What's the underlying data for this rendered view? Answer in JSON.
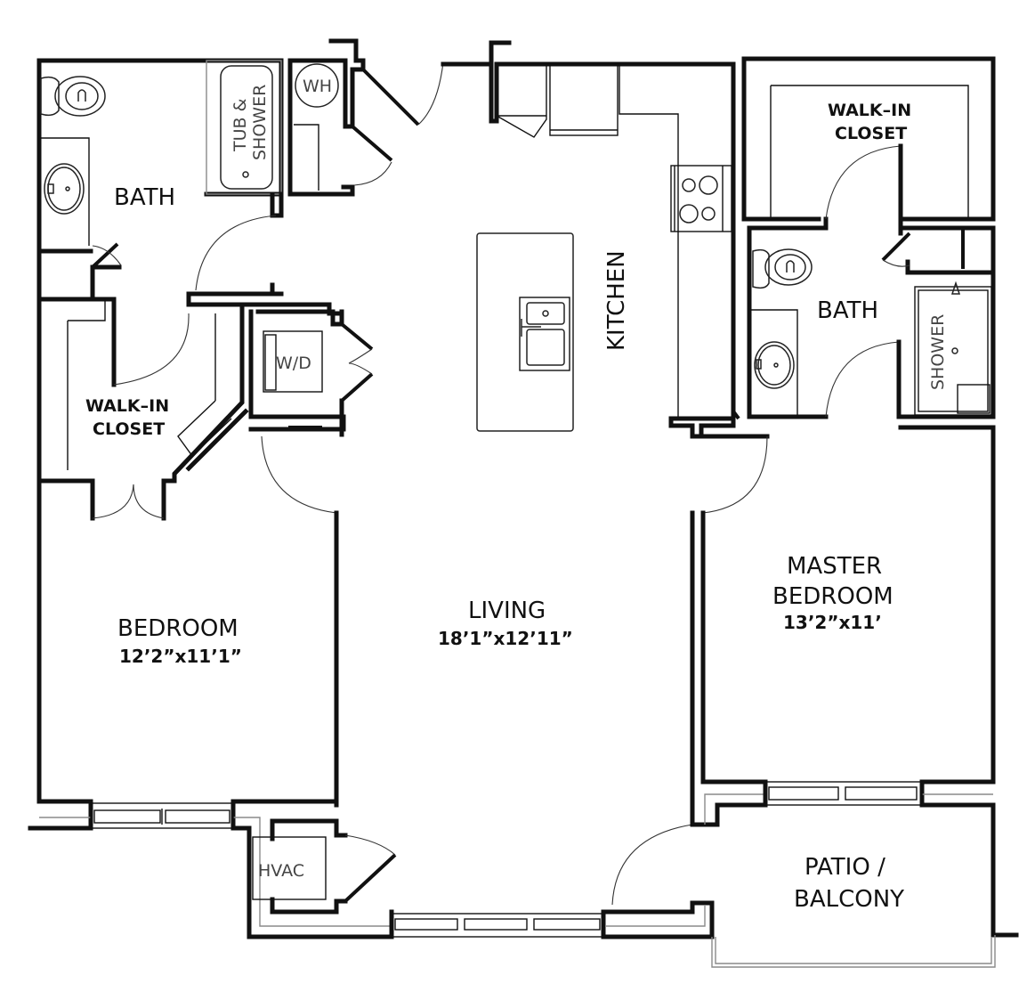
{
  "plan": {
    "type": "apartment-floor-plan",
    "rooms": {
      "bath_left": {
        "label": "BATH"
      },
      "bath_right": {
        "label": "BATH"
      },
      "walkin_left": {
        "line1": "WALK–IN",
        "line2": "CLOSET"
      },
      "walkin_right": {
        "line1": "WALK–IN",
        "line2": "CLOSET"
      },
      "kitchen": {
        "label": "KITCHEN"
      },
      "bedroom": {
        "label": "BEDROOM",
        "dimensions": "12’2”x11’1”"
      },
      "living": {
        "label": "LIVING",
        "dimensions": "18’1”x12’11”"
      },
      "master_bedroom": {
        "line1": "MASTER",
        "line2": "BEDROOM",
        "dimensions": "13’2”x11’"
      },
      "patio": {
        "line1": "PATIO /",
        "line2": "BALCONY"
      }
    },
    "fixtures": {
      "tub": {
        "line1": "TUB &",
        "line2": "SHOWER"
      },
      "water_heater": "WH",
      "washer_dryer": "W/D",
      "shower": "SHOWER",
      "hvac": "HVAC"
    },
    "colors": {
      "wall": "#111111",
      "background": "#ffffff",
      "detail": "#8a8a8a"
    }
  }
}
